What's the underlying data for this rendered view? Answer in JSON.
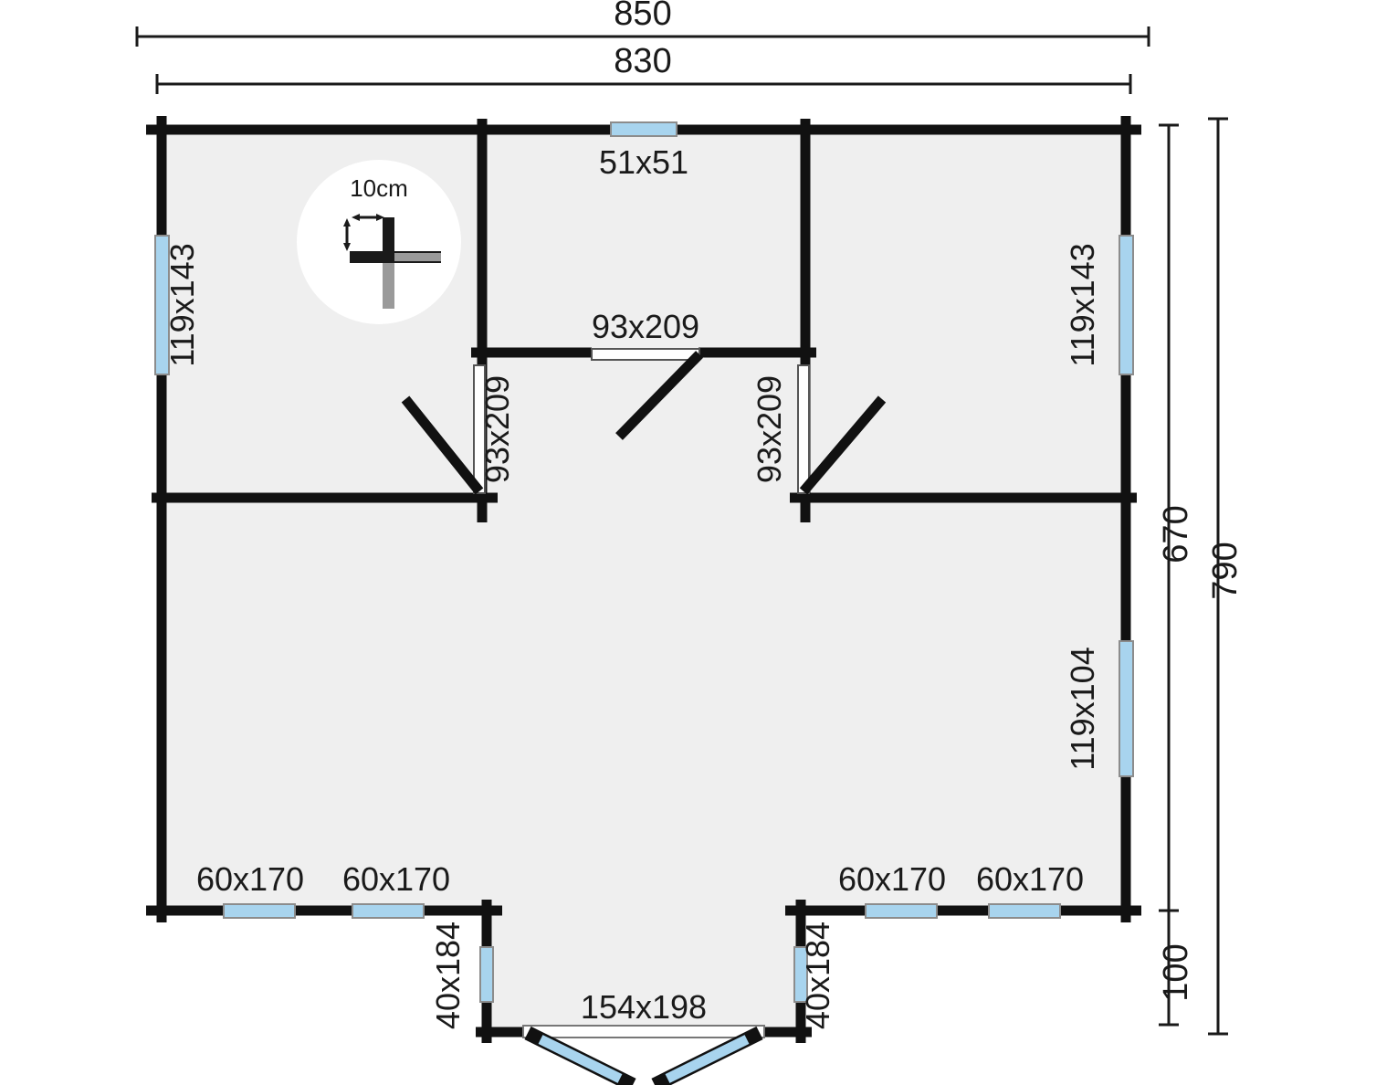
{
  "drawing": {
    "type": "floor-plan",
    "title": "Log cabin floor plan",
    "floor_fill": "#efefef",
    "wall_color": "#111111",
    "glass_color": "#a8d4ee",
    "frame_color": "#8c8c8c",
    "background": "#ffffff"
  },
  "dimensions": {
    "top_outer": "850",
    "top_inner": "830",
    "right_outer": "790",
    "right_upper": "670",
    "right_lower": "100"
  },
  "scale_detail": {
    "label": "10cm",
    "description": "wall thickness reference"
  },
  "openings": {
    "top_window": "51x51",
    "left_window": "119x143",
    "right_window_upper": "119x143",
    "right_window_lower": "119x104",
    "door_center": "93x209",
    "door_left": "93x209",
    "door_right": "93x209",
    "bottom_left_window_1": "60x170",
    "bottom_left_window_2": "60x170",
    "bottom_right_window_1": "60x170",
    "bottom_right_window_2": "60x170",
    "porch_left_window": "40x184",
    "porch_right_window": "40x184",
    "front_door": "154x198"
  }
}
